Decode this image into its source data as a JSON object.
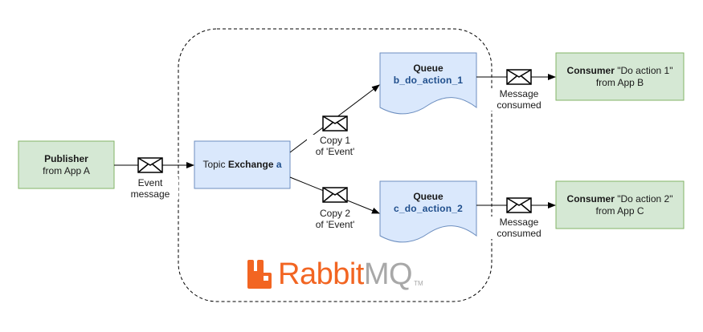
{
  "publisher": {
    "title": "Publisher",
    "subtitle": "from App A"
  },
  "exchange": {
    "prefix": "Topic ",
    "bold": "Exchange",
    "name": "a"
  },
  "queues": [
    {
      "title": "Queue",
      "name": "b_do_action_1"
    },
    {
      "title": "Queue",
      "name": "c_do_action_2"
    }
  ],
  "consumers": [
    {
      "title": "Consumer",
      "action": " \"Do action 1\"",
      "subtitle": "from App B"
    },
    {
      "title": "Consumer",
      "action": " \"Do action 2\"",
      "subtitle": "from App C"
    }
  ],
  "labels": {
    "event_line1": "Event",
    "event_line2": "message",
    "copy1_line1": "Copy 1",
    "copy1_line2": "of 'Event'",
    "copy2_line1": "Copy 2",
    "copy2_line2": "of 'Event'",
    "consumed1_line1": "Message",
    "consumed1_line2": "consumed",
    "consumed2_line1": "Message",
    "consumed2_line2": "consumed"
  },
  "logo": {
    "word1": "Rabbit",
    "word2": "MQ",
    "tm": "TM"
  },
  "icons": {
    "message": "envelope-icon",
    "logo": "rabbitmq-logo-icon"
  },
  "colors": {
    "green_fill": "#d5e8d4",
    "green_stroke": "#82b366",
    "blue_fill": "#dae8fc",
    "blue_stroke": "#6c8ebf",
    "brand_orange": "#f26522",
    "brand_gray": "#a8a8a8"
  }
}
